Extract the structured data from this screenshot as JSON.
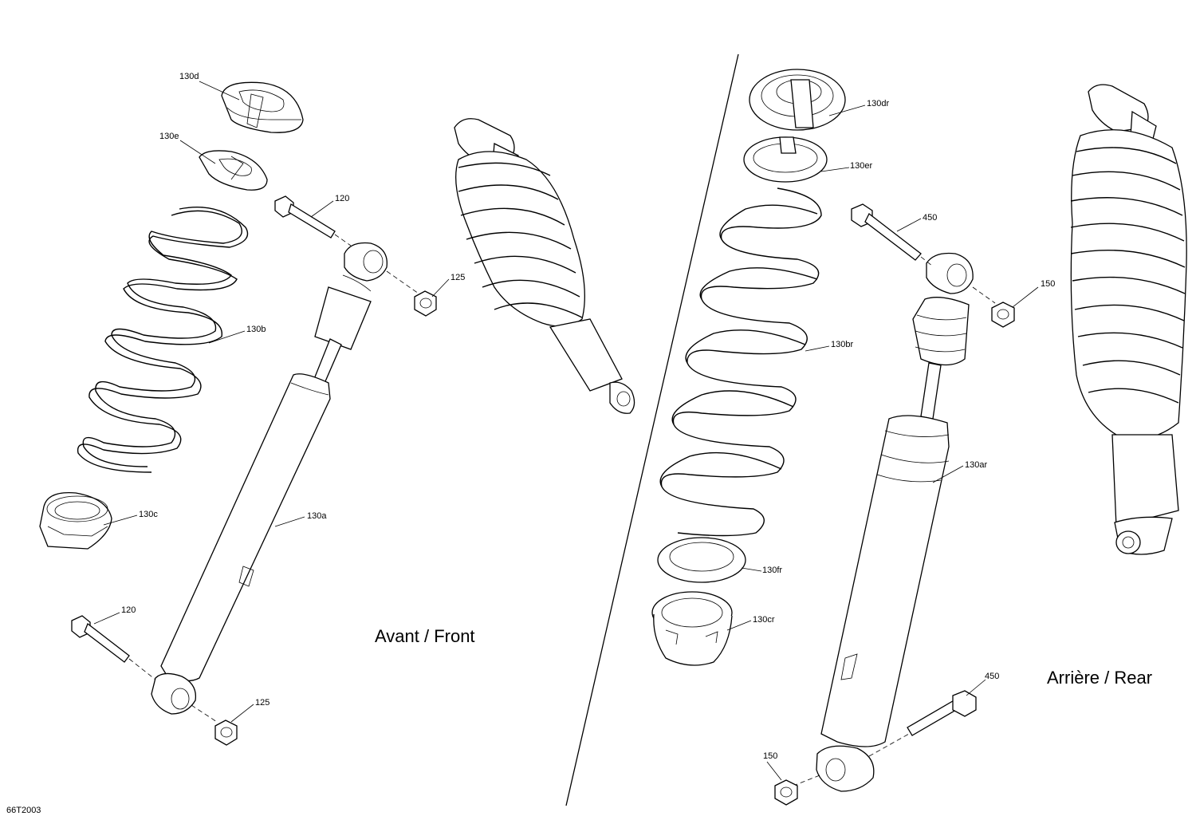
{
  "sections": {
    "front": "Avant / Front",
    "rear": "Arrière / Rear"
  },
  "reference_code": "66T2003",
  "callouts": {
    "c130d": "130d",
    "c130e": "130e",
    "c120_top": "120",
    "c125_top": "125",
    "c130b": "130b",
    "c130c": "130c",
    "c130a": "130a",
    "c120_bottom": "120",
    "c125_bottom": "125",
    "c130dr": "130dr",
    "c130er": "130er",
    "c450_top": "450",
    "c150_top": "150",
    "c130br": "130br",
    "c130ar": "130ar",
    "c130fr": "130fr",
    "c130cr": "130cr",
    "c450_bottom": "450",
    "c150_bottom": "150"
  }
}
